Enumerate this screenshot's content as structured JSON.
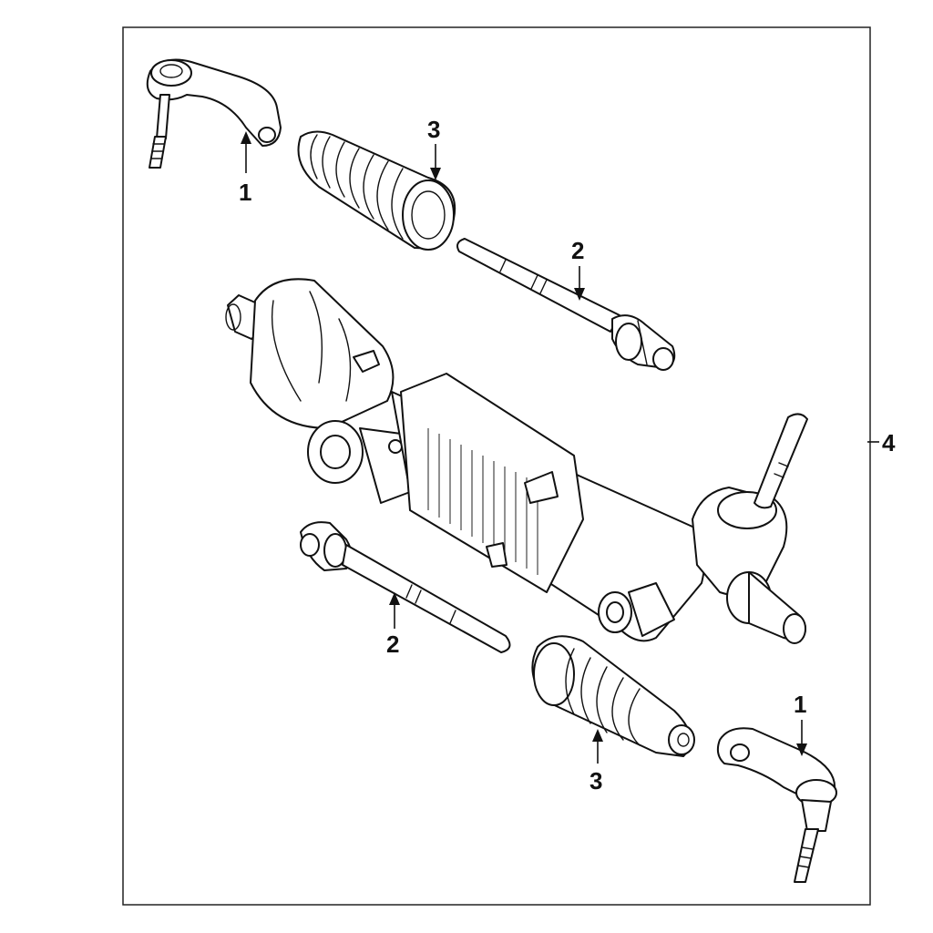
{
  "callouts": {
    "tie_rod_end": "1",
    "inner_tie_rod": "2",
    "boot": "3",
    "gear_assembly": "4"
  },
  "colors": {
    "line": "#111111",
    "background": "#ffffff"
  }
}
